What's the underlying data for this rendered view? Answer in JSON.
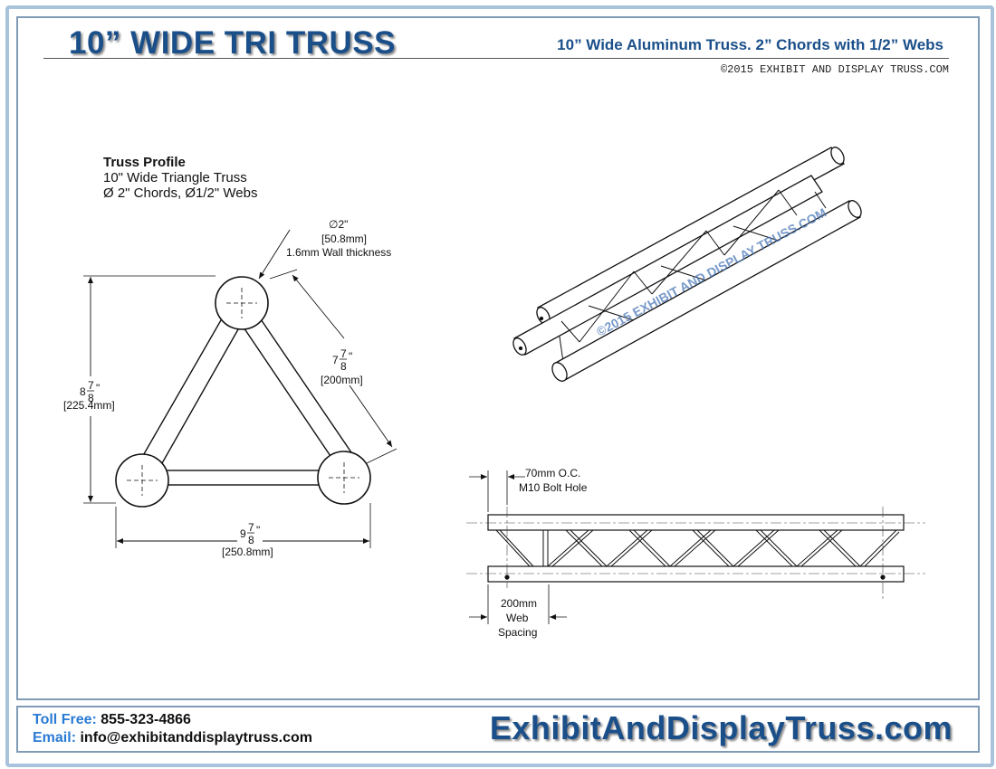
{
  "header": {
    "title": "10” WIDE TRI TRUSS",
    "subtitle": "10” Wide Aluminum Truss. 2” Chords with 1/2” Webs",
    "copyright": "©2015 EXHIBIT AND DISPLAY TRUSS.COM"
  },
  "profile": {
    "heading": "Truss Profile",
    "line1": "10\" Wide Triangle Truss",
    "line2": "Ø 2\" Chords, Ø1/2\" Webs"
  },
  "dims": {
    "chord_dia": "∅2\"",
    "chord_mm": "[50.8mm]",
    "wall": "1.6mm Wall thickness",
    "height_whole": "8",
    "height_frac_num": "7",
    "height_frac_den": "8",
    "height_mm": "[225.4mm]",
    "side_whole": "7",
    "side_frac_num": "7",
    "side_frac_den": "8",
    "side_mm": "[200mm]",
    "width_whole": "9",
    "width_frac_num": "7",
    "width_frac_den": "8",
    "width_mm": "[250.8mm]",
    "oc_line1": "70mm O.C.",
    "oc_line2": "M10 Bolt Hole",
    "web_line1": "200mm",
    "web_line2": "Web",
    "web_line3": "Spacing"
  },
  "watermark": {
    "text1": "©2015 EXHIBIT AND DISPLAY TRUSS.COM"
  },
  "footer": {
    "phone_label": "Toll Free:",
    "phone": "855-323-4866",
    "email_label": "Email:",
    "email": "info@exhibitanddisplaytruss.com",
    "website": "ExhibitAndDisplayTruss.com"
  },
  "colors": {
    "brand_blue": "#1a4f8a",
    "label_blue": "#2a7bd4",
    "frame": "#a9c3dc"
  }
}
